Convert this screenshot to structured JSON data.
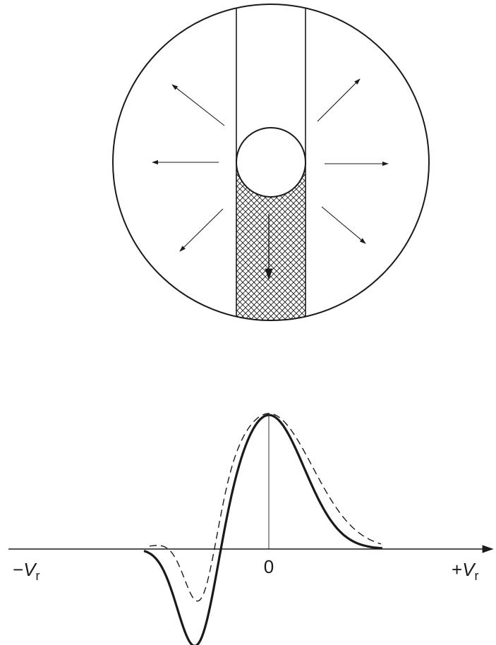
{
  "figure": {
    "profile_axis": {
      "left_label": {
        "prefix": "−",
        "symbol": "V",
        "subscript": "r"
      },
      "origin_label": "0",
      "right_label": {
        "prefix": "+",
        "symbol": "V",
        "subscript": "r"
      }
    },
    "colors": {
      "ink": "#1a1a1a",
      "background": "#ffffff"
    }
  }
}
